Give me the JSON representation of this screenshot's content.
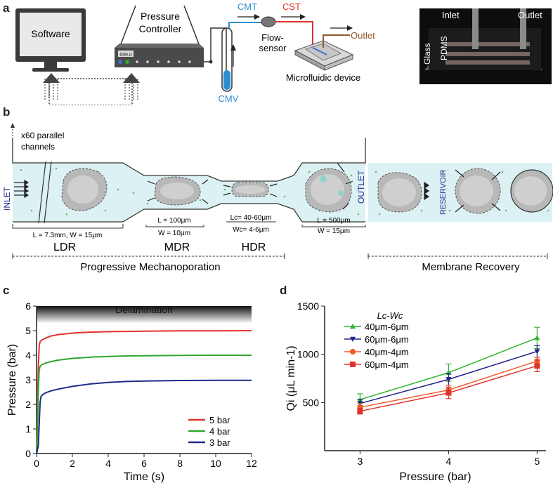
{
  "panels": {
    "a": "a",
    "b": "b",
    "c": "c",
    "d": "d"
  },
  "panel_a": {
    "software": "Software",
    "pressure_controller_line1": "Pressure",
    "pressure_controller_line2": "Controller",
    "controller_display": "699.0",
    "cmt": "CMT",
    "cst": "CST",
    "flow_sensor_line1": "Flow-",
    "flow_sensor_line2": "sensor",
    "outlet": "Outlet",
    "cmv": "CMV",
    "microfluidic_device": "Microfluidic device",
    "photo_inlet": "Inlet",
    "photo_outlet": "Outlet",
    "photo_glass": "Glass",
    "photo_pdms": "PDMS",
    "colors": {
      "cmt": "#2b8fd1",
      "cst": "#e0332b",
      "outlet": "#8b5a2b"
    }
  },
  "panel_b": {
    "parallel_line1": "x60 parallel",
    "parallel_line2": "channels",
    "inlet": "INLET",
    "outlet": "OUTLET",
    "reservoir": "RESERVOIR",
    "ldr_dims": "L = 7.3mm, W = 15μm",
    "mdr_dims_l": "L = 100μm",
    "mdr_dims_w": "W = 10μm",
    "hdr_dims_l": "Lc= 40-60μm",
    "hdr_dims_w": "Wc= 4-6μm",
    "exit_dims_l": "L = 500μm",
    "exit_dims_w": "W = 15μm",
    "ldr": "LDR",
    "mdr": "MDR",
    "hdr": "HDR",
    "progressive": "Progressive Mechanoporation",
    "recovery": "Membrane Recovery"
  },
  "chart_data": [
    {
      "type": "line",
      "panel": "c",
      "xlabel": "Time (s)",
      "ylabel": "Pressure (bar)",
      "xlim": [
        0,
        12
      ],
      "ylim": [
        0,
        6
      ],
      "xticks": [
        0,
        2,
        4,
        6,
        8,
        10,
        12
      ],
      "yticks": [
        0,
        1,
        2,
        3,
        4,
        5,
        6
      ],
      "annotation": "Delamination",
      "legend_position": "bottom-right",
      "series": [
        {
          "name": "5 bar",
          "color": "#e0332b",
          "x": [
            0,
            0.05,
            0.1,
            0.15,
            0.2,
            0.3,
            0.5,
            0.8,
            1.2,
            2,
            3,
            4,
            5,
            6,
            8,
            10,
            12
          ],
          "y": [
            0,
            1.5,
            3.5,
            4.4,
            4.55,
            4.62,
            4.7,
            4.78,
            4.84,
            4.9,
            4.94,
            4.96,
            4.97,
            4.98,
            4.99,
            4.99,
            5.0
          ]
        },
        {
          "name": "4 bar",
          "color": "#2ea82e",
          "x": [
            0,
            0.05,
            0.1,
            0.15,
            0.2,
            0.3,
            0.5,
            0.8,
            1.2,
            2,
            3,
            4,
            5,
            6,
            8,
            10,
            12
          ],
          "y": [
            0,
            0.8,
            2.5,
            3.4,
            3.55,
            3.62,
            3.68,
            3.74,
            3.8,
            3.87,
            3.92,
            3.95,
            3.97,
            3.98,
            3.99,
            4.0,
            4.0
          ]
        },
        {
          "name": "3 bar",
          "color": "#1e2a8a",
          "x": [
            0,
            0.1,
            0.15,
            0.2,
            0.25,
            0.35,
            0.5,
            0.8,
            1.2,
            2,
            3,
            4,
            5,
            6,
            8,
            10,
            12
          ],
          "y": [
            0,
            0.3,
            1.2,
            2.1,
            2.32,
            2.4,
            2.47,
            2.55,
            2.62,
            2.73,
            2.83,
            2.89,
            2.93,
            2.95,
            2.97,
            2.98,
            2.98
          ]
        }
      ]
    },
    {
      "type": "line",
      "panel": "d",
      "xlabel": "Pressure (bar)",
      "ylabel": "Qi (μL min-1)",
      "xlim": [
        2.6,
        5.1
      ],
      "ylim": [
        0,
        1500
      ],
      "xticks": [
        3,
        4,
        5
      ],
      "yticks": [
        500,
        1000,
        1500
      ],
      "legend_title": "Lc-Wc",
      "legend_position": "top-left",
      "categories": [
        3,
        4,
        5
      ],
      "series": [
        {
          "name": "40μm-6μm",
          "color": "#2fb52f",
          "marker": "triangle-up",
          "values": [
            530,
            810,
            1170
          ],
          "errors": [
            60,
            90,
            110
          ]
        },
        {
          "name": "60μm-6μm",
          "color": "#23238c",
          "marker": "triangle-down",
          "values": [
            490,
            740,
            1030
          ],
          "errors": [
            40,
            60,
            60
          ]
        },
        {
          "name": "40μm-4μm",
          "color": "#f05a28",
          "marker": "circle",
          "values": [
            450,
            630,
            930
          ],
          "errors": [
            40,
            50,
            40
          ]
        },
        {
          "name": "60μm-4μm",
          "color": "#e0332b",
          "marker": "square",
          "values": [
            410,
            600,
            880
          ],
          "errors": [
            30,
            60,
            60
          ]
        }
      ]
    }
  ]
}
